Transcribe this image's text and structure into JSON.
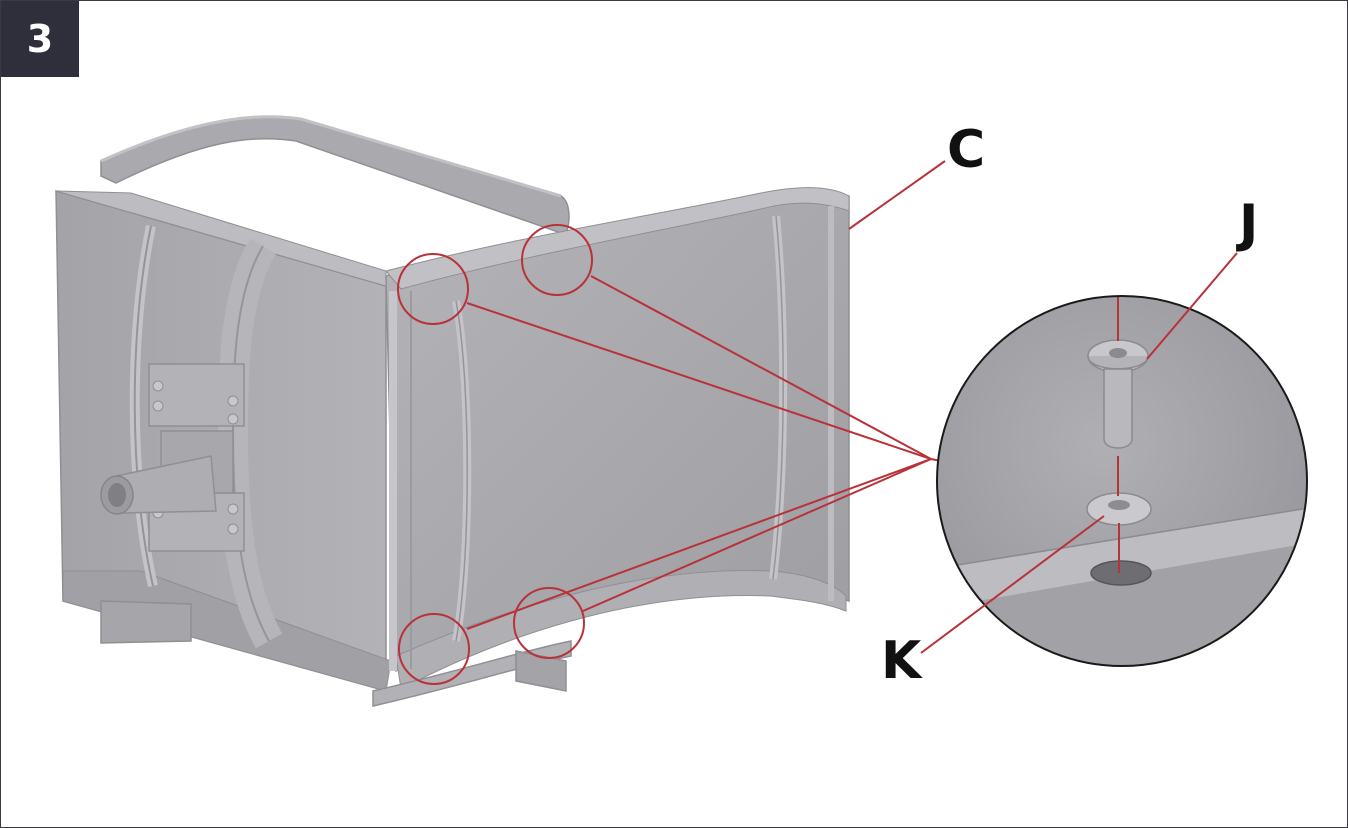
{
  "step": {
    "number": "3"
  },
  "labels": {
    "part_c": "C",
    "part_j": "J",
    "part_k": "K"
  },
  "icons": {
    "callout": "magnified-detail-icon",
    "fastener": "screw-icon",
    "washer": "washer-icon"
  },
  "colors": {
    "frame_border": "#3a3a44",
    "badge_bg": "#2e2f3b",
    "leader_line": "#b8323a",
    "part_gray": "#a8a8ad",
    "part_shadow": "#8e8e93"
  }
}
